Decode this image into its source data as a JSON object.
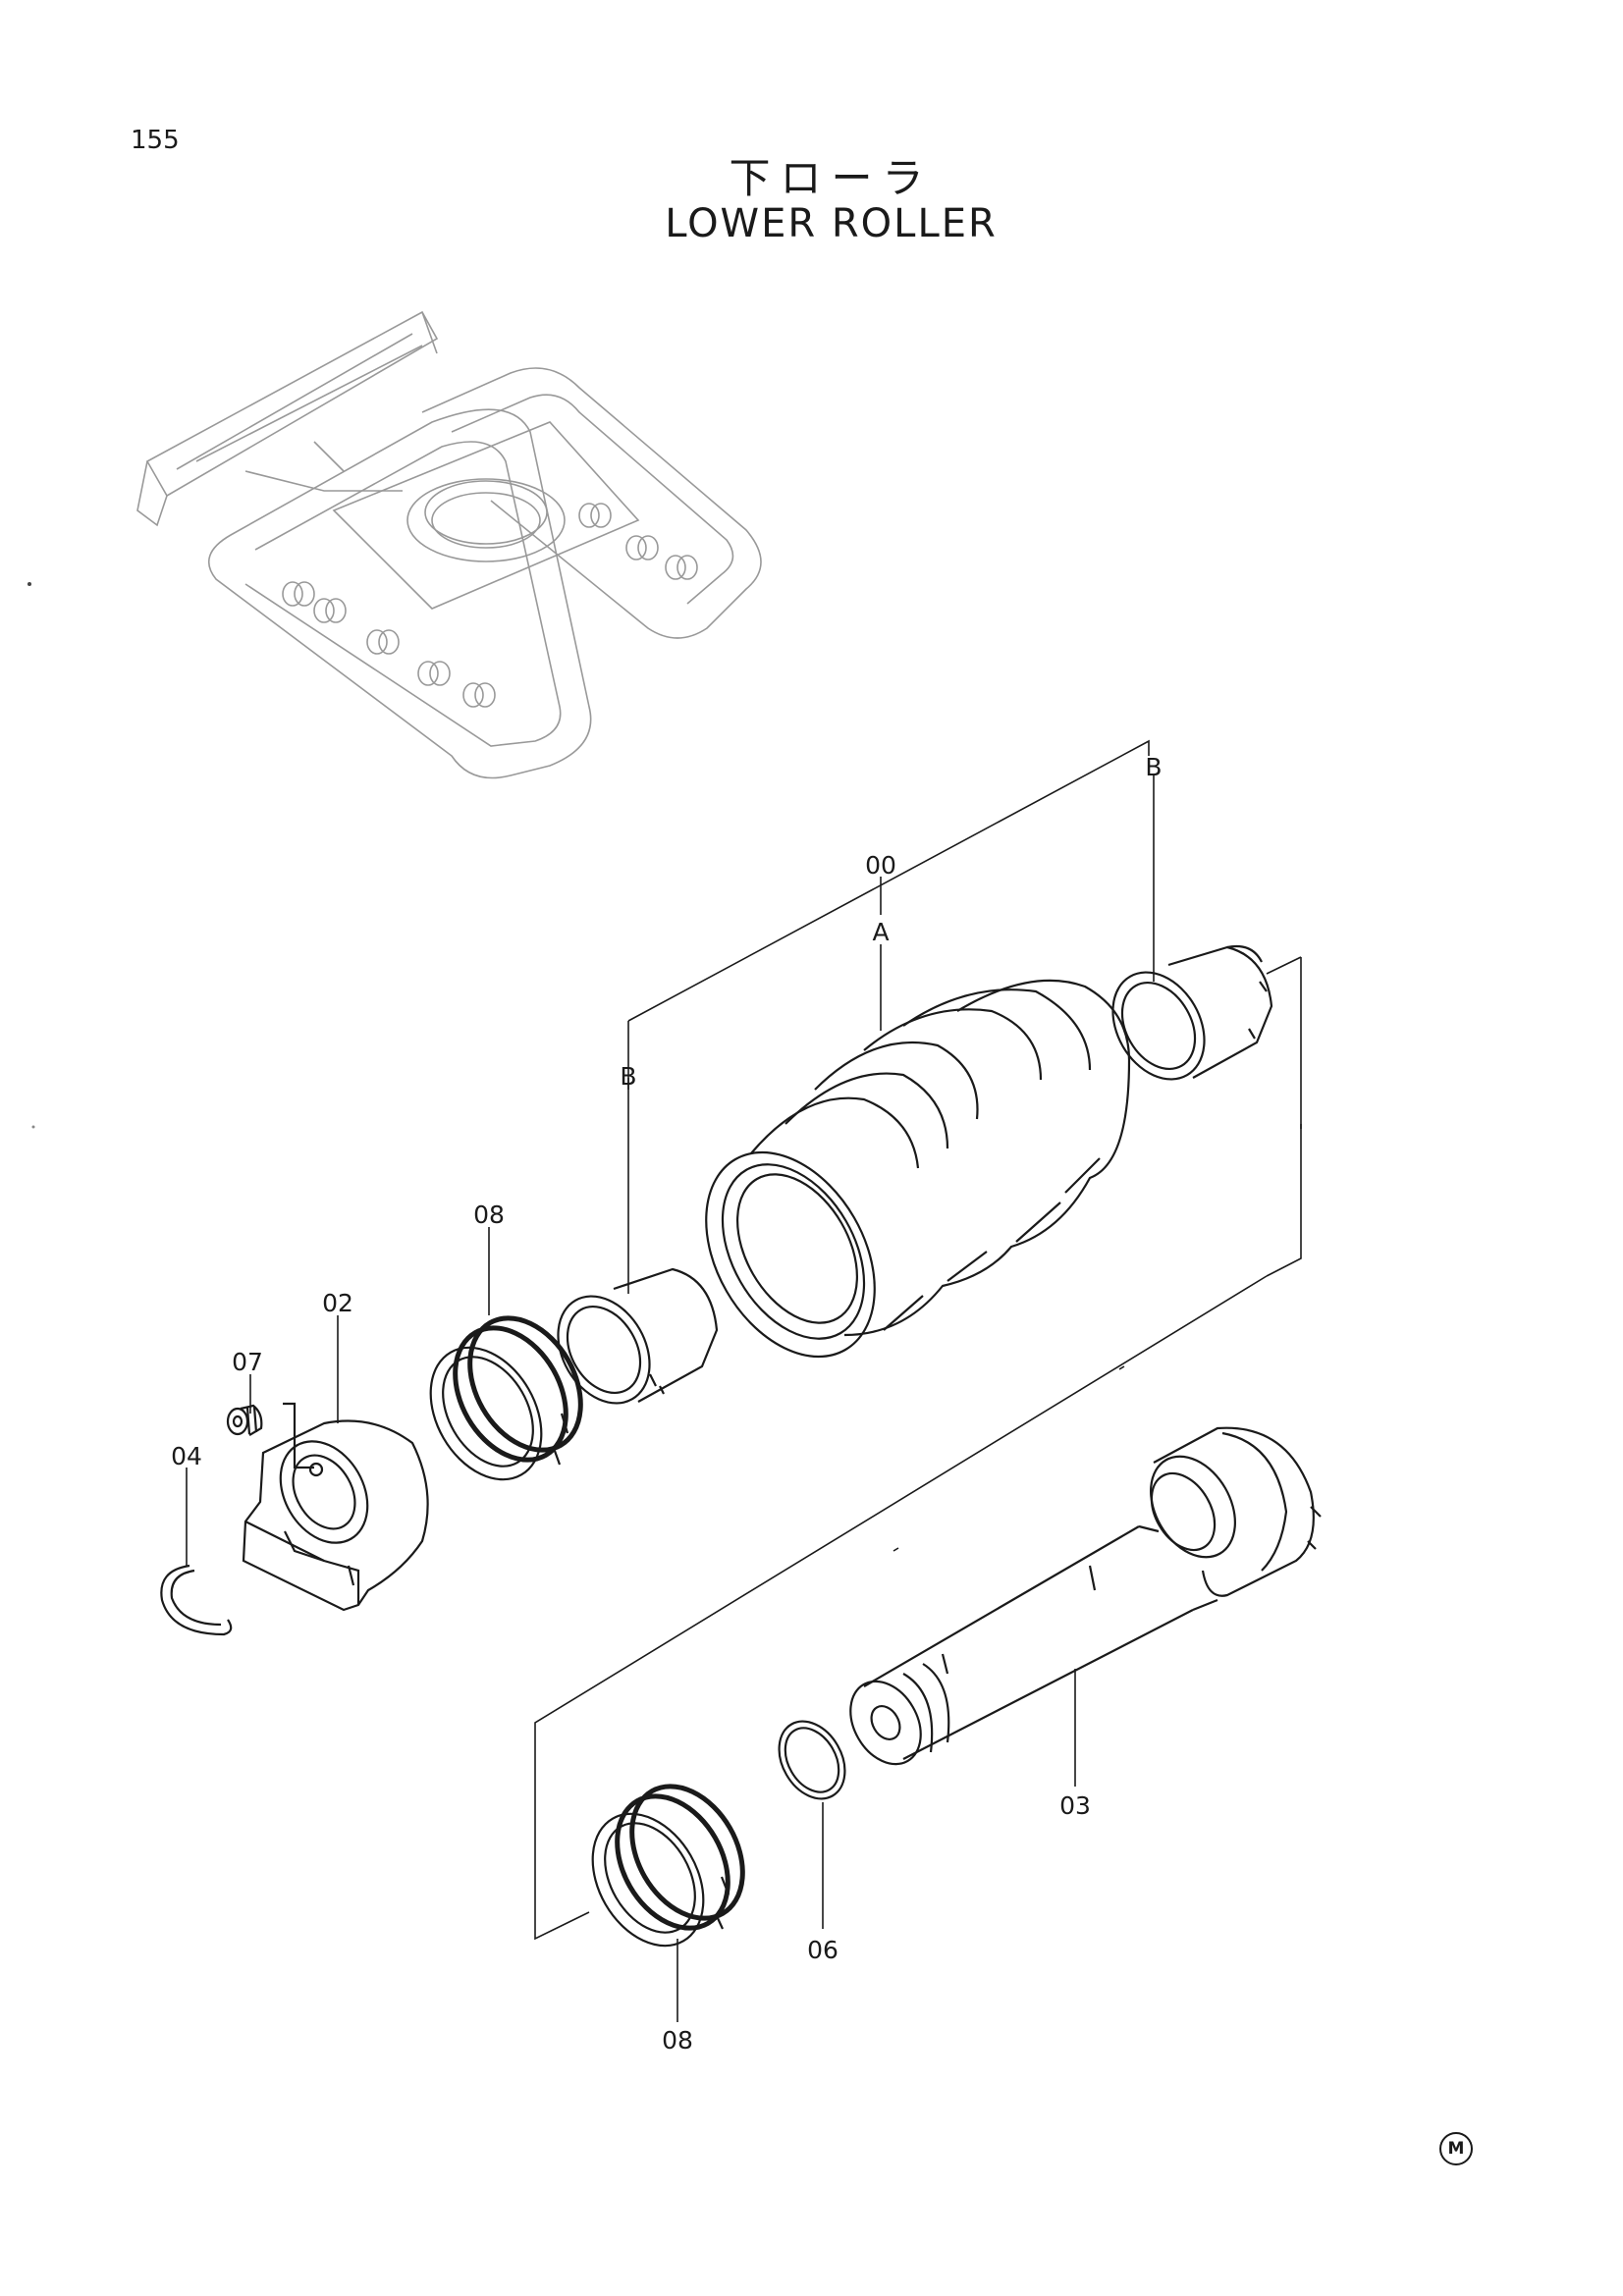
{
  "header": {
    "page_number": "155",
    "title_jp": "下ローラ",
    "title_en": "LOWER ROLLER"
  },
  "callouts": {
    "roller_assembly": "00",
    "roller_body": "A",
    "bushing_left": "B",
    "bushing_right": "B",
    "collar": "02",
    "shaft": "03",
    "snap_ring": "04",
    "o_ring": "06",
    "plug": "07",
    "floating_seal_upper": "08",
    "floating_seal_lower": "08"
  },
  "footer": {
    "mark": "M"
  }
}
